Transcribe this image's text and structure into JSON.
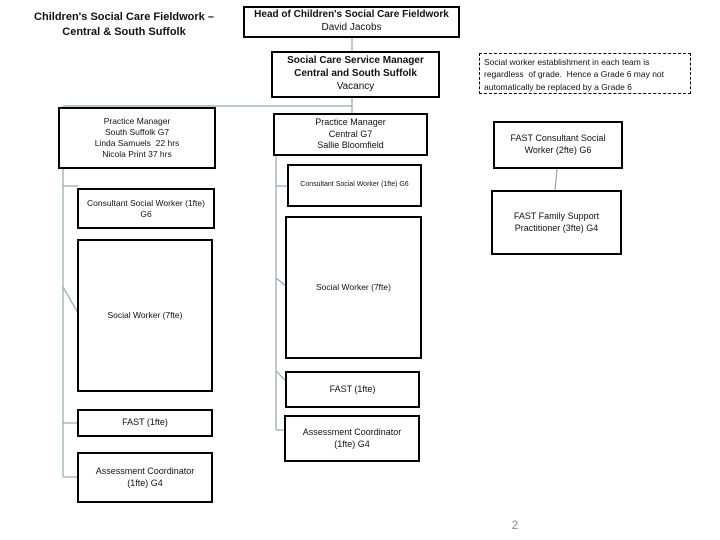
{
  "slide": {
    "title": [
      "Children's Social Care Fieldwork –",
      "Central & South Suffolk"
    ],
    "page_number": "2"
  },
  "note": "Social worker establishment in each team is regardless  of grade.  Hence a Grade 6 may not automatically be replaced by a Grade 6",
  "boxes": {
    "head": [
      "Head of Children's Social Care Fieldwork",
      "David Jacobs"
    ],
    "service_manager": [
      "Social Care Service Manager",
      "Central and South Suffolk",
      "Vacancy"
    ],
    "pm_south": [
      "Practice Manager",
      "South Suffolk G7",
      "Linda Samuels  22 hrs",
      "Nicola Print 37 hrs"
    ],
    "pm_central": [
      "Practice Manager",
      "Central G7",
      "Sallie Bloomfield"
    ],
    "fast_consultant": [
      "FAST Consultant Social",
      "Worker (2fte) G6"
    ],
    "consultant_central": [
      "Consultant Social Worker (1fte) G6"
    ],
    "consultant_south": [
      "Consultant Social Worker (1fte)",
      "G6"
    ],
    "fast_family": [
      "FAST Family Support",
      "Practitioner (3fte) G4"
    ],
    "sw_central": [
      "Social Worker (7fte)"
    ],
    "sw_south": [
      "Social Worker (7fte)"
    ],
    "fast_central": [
      "FAST (1fte)"
    ],
    "fast_south": [
      "FAST (1fte)"
    ],
    "ac_central": [
      "Assessment Coordinator",
      "(1fte) G4"
    ],
    "ac_south": [
      "Assessment Coordinator",
      "(1fte) G4"
    ]
  },
  "colors": {
    "connector": "#8ea6b8",
    "box_border": "#000000",
    "page_number": "#8c8c8c"
  }
}
